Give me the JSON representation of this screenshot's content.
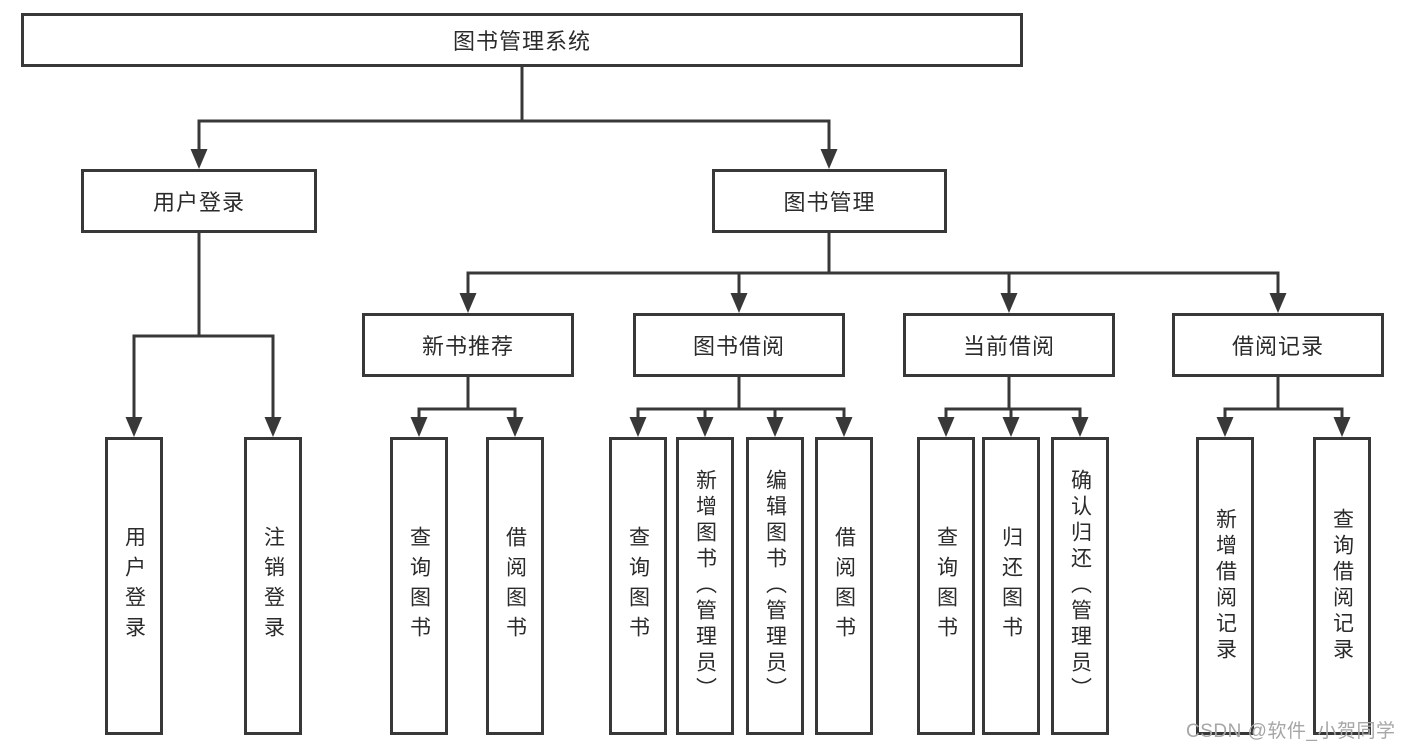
{
  "tree": {
    "root": "图书管理系统",
    "branches": [
      {
        "label": "用户登录",
        "children": [
          {
            "label": "用户登录"
          },
          {
            "label": "注销登录"
          }
        ]
      },
      {
        "label": "图书管理",
        "children": [
          {
            "label": "新书推荐",
            "children": [
              {
                "label": "查询图书"
              },
              {
                "label": "借阅图书"
              }
            ]
          },
          {
            "label": "图书借阅",
            "children": [
              {
                "label": "查询图书"
              },
              {
                "label": "新增图书（管理员）"
              },
              {
                "label": "编辑图书（管理员）"
              },
              {
                "label": "借阅图书"
              }
            ]
          },
          {
            "label": "当前借阅",
            "children": [
              {
                "label": "查询图书"
              },
              {
                "label": "归还图书"
              },
              {
                "label": "确认归还（管理员）"
              }
            ]
          },
          {
            "label": "借阅记录",
            "children": [
              {
                "label": "新增借阅记录"
              },
              {
                "label": "查询借阅记录"
              }
            ]
          }
        ]
      }
    ]
  },
  "colors": {
    "line": "#383838",
    "text": "#2b2b2b",
    "watermark": "#a6a6a6",
    "background": "#ffffff"
  },
  "watermark": "CSDN @软件_小贺同学"
}
